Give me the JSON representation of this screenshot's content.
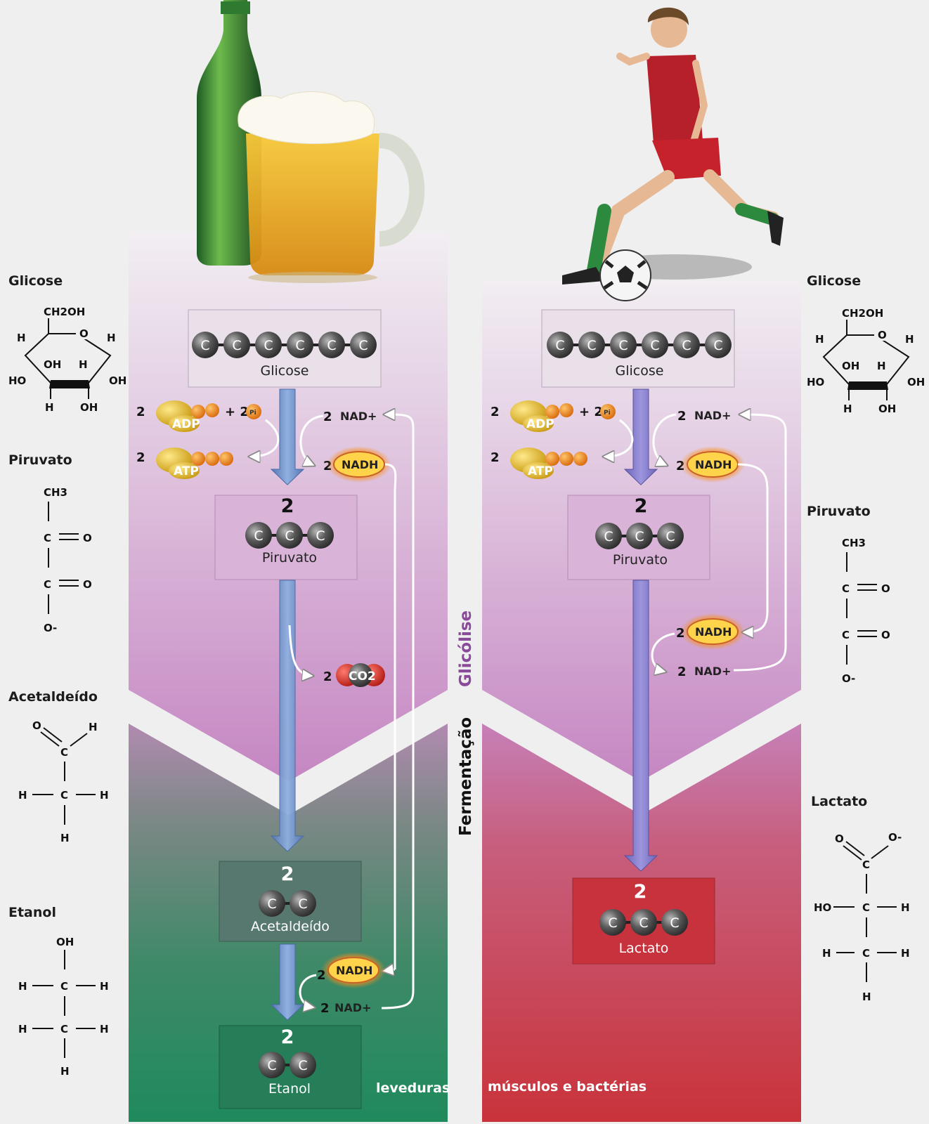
{
  "left_molecules": {
    "glicose": "Glicose",
    "piruvato": "Piruvato",
    "acetaldeido": "Acetaldeído",
    "etanol": "Etanol"
  },
  "right_molecules": {
    "glicose": "Glicose",
    "piruvato": "Piruvato",
    "lactato": "Lactato"
  },
  "atoms": {
    "ch2oh": "CH2OH",
    "o": "O",
    "h": "H",
    "oh": "OH",
    "ho": "HO",
    "ch3": "CH3",
    "c": "C",
    "o_minus": "O-"
  },
  "phases": {
    "glicolise": "Glicólise",
    "fermentacao": "Fermentação"
  },
  "organisms": {
    "left": "leveduras",
    "right": "músculos e  bactérias"
  },
  "boxes": {
    "glicose": "Glicose",
    "piruvato": "Piruvato",
    "acetaldeido": "Acetaldeído",
    "etanol": "Etanol",
    "lactato": "Lactato",
    "count": "2"
  },
  "carbon": "C",
  "cofactors": {
    "two": "2",
    "adp": "ADP",
    "atp": "ATP",
    "pi": "Pi",
    "plus2": "+ 2",
    "nad_plus": "NAD+",
    "nadh": "NADH",
    "co2": "CO2"
  },
  "colors": {
    "glycolysis_purple": "#c88fc4",
    "fermentation_green": "#2a8a5e",
    "fermentation_red": "#c9353a",
    "flow_arrow": "#6f8fc9",
    "nadh_glow": "#f6a11e"
  }
}
